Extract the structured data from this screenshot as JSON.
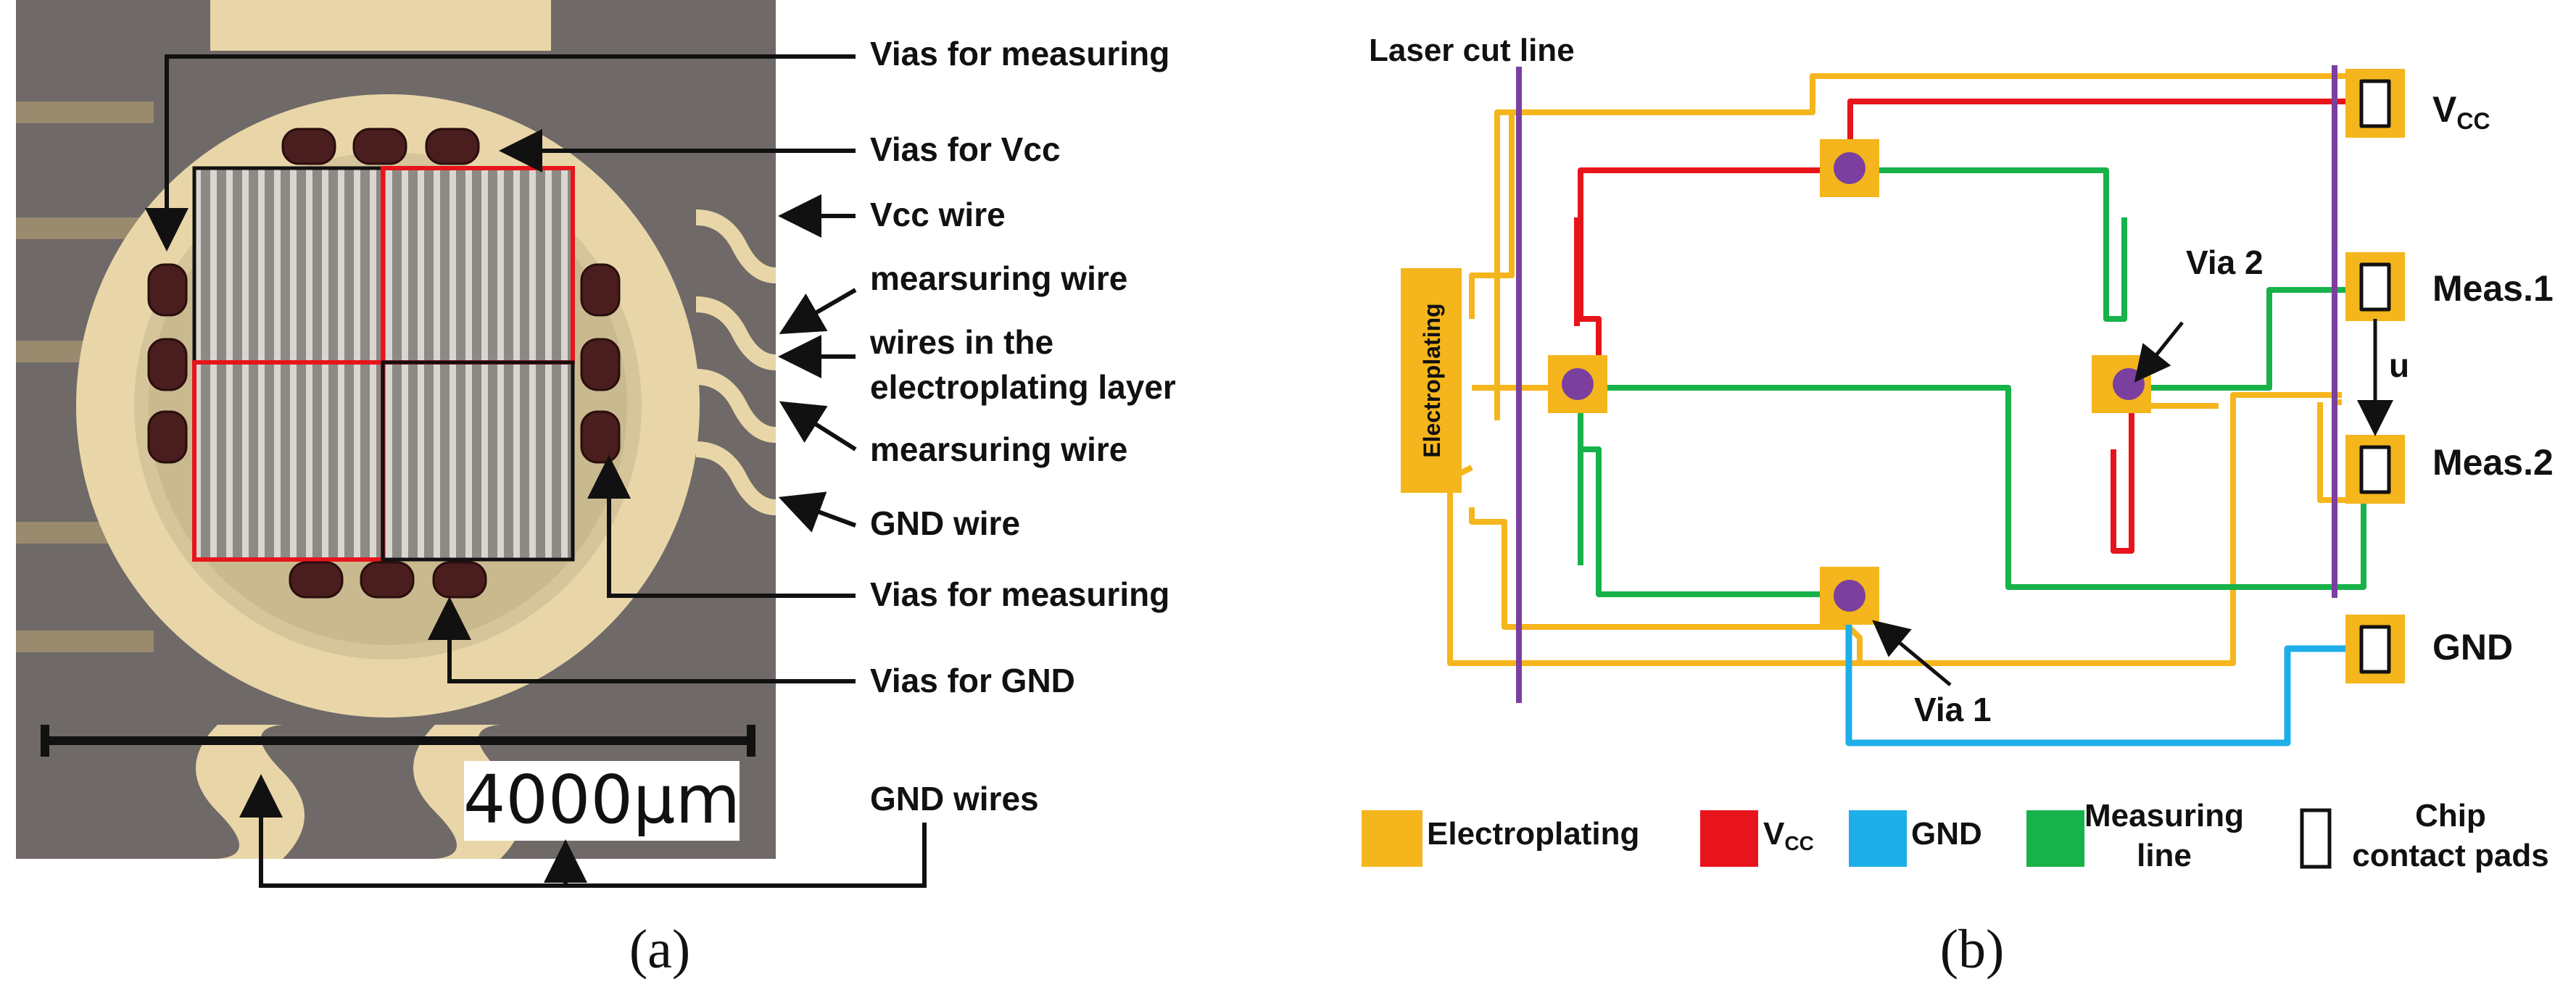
{
  "panel_a": {
    "caption": "(a)",
    "scale_label": "4000µm",
    "labels": {
      "vias_measuring_top": "Vias for measuring",
      "vias_vcc": "Vias for Vcc",
      "vcc_wire": "Vcc wire",
      "measuring_wire_1": "mearsuring wire",
      "wires_electroplating_1": "wires in the",
      "wires_electroplating_2": "electroplating layer",
      "measuring_wire_2": "mearsuring wire",
      "gnd_wire": "GND wire",
      "vias_measuring_bottom": "Vias for measuring",
      "vias_gnd": "Vias for GND",
      "gnd_wires": "GND wires"
    }
  },
  "panel_b": {
    "caption": "(b)",
    "laser_cut_line": "Laser cut line",
    "electroplating_block": "Electroplating",
    "via1": "Via 1",
    "via2": "Via 2",
    "pads": {
      "vcc_main": "V",
      "vcc_sub": "CC",
      "meas1": "Meas.1",
      "meas2": "Meas.2",
      "gnd": "GND",
      "u": "u"
    },
    "legend": {
      "electroplating": "Electroplating",
      "vcc_main": "V",
      "vcc_sub": "CC",
      "gnd": "GND",
      "measuring_1": "Measuring",
      "measuring_2": "line",
      "chip_1": "Chip",
      "chip_2": "contact pads"
    },
    "colors": {
      "electroplating": "#F5B51C",
      "vcc": "#E8141B",
      "gnd": "#1EAEE8",
      "measuring": "#17B24A",
      "via": "#7B3FA0",
      "laser_line": "#7B3FA0"
    }
  }
}
